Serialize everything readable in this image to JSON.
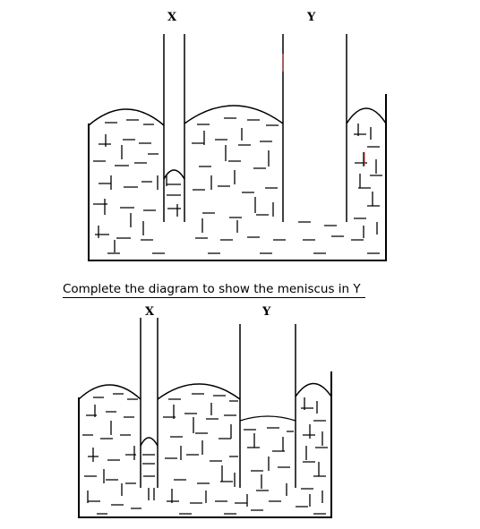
{
  "top_diagram": {
    "label_x": "X",
    "label_y": "Y"
  },
  "caption": "Complete the diagram to show the meniscus in Y",
  "bottom_diagram": {
    "label_x": "X",
    "label_y": "Y"
  }
}
